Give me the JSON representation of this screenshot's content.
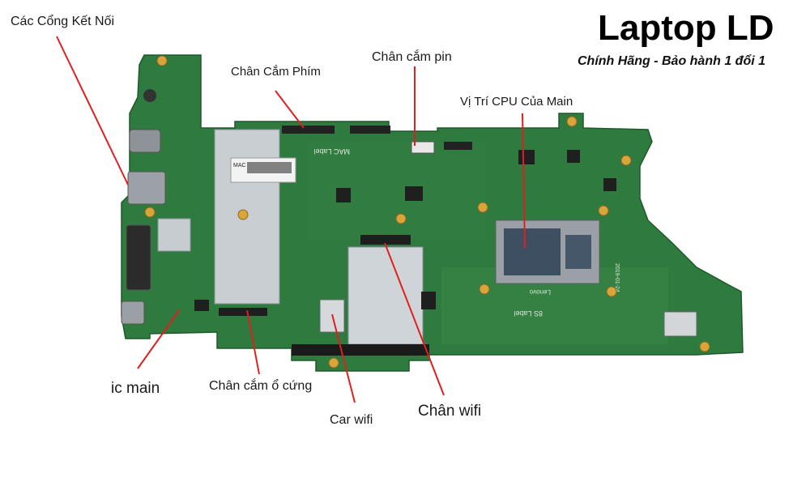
{
  "brand": {
    "title": "Laptop LD",
    "subtitle": "Chính Hãng - Bảo hành 1 đổi 1"
  },
  "callouts": [
    {
      "id": "ports",
      "text": "Các Cổng Kết Nối"
    },
    {
      "id": "keyboard-connector",
      "text": "Chân Cắm Phím"
    },
    {
      "id": "battery-connector",
      "text": "Chân cắm pin"
    },
    {
      "id": "cpu",
      "text": "Vị Trí CPU Của Main"
    },
    {
      "id": "ic-main",
      "text": "ic main"
    },
    {
      "id": "ssd-connector",
      "text": "Chân cắm ổ cứng"
    },
    {
      "id": "wifi-card",
      "text": "Car wifi"
    },
    {
      "id": "wifi-connector",
      "text": "Chân wifi"
    }
  ],
  "board_text": {
    "cpu_brand": "Lenovo",
    "mac_label": "MAC Label",
    "mac_sticker": "MAC",
    "sn_label": "8S Label",
    "date": "2019-01-24"
  },
  "colors": {
    "board": "#2f7a3e",
    "board_dark": "#236430",
    "leader_line": "#e02020",
    "shield": "#c9ced3"
  }
}
